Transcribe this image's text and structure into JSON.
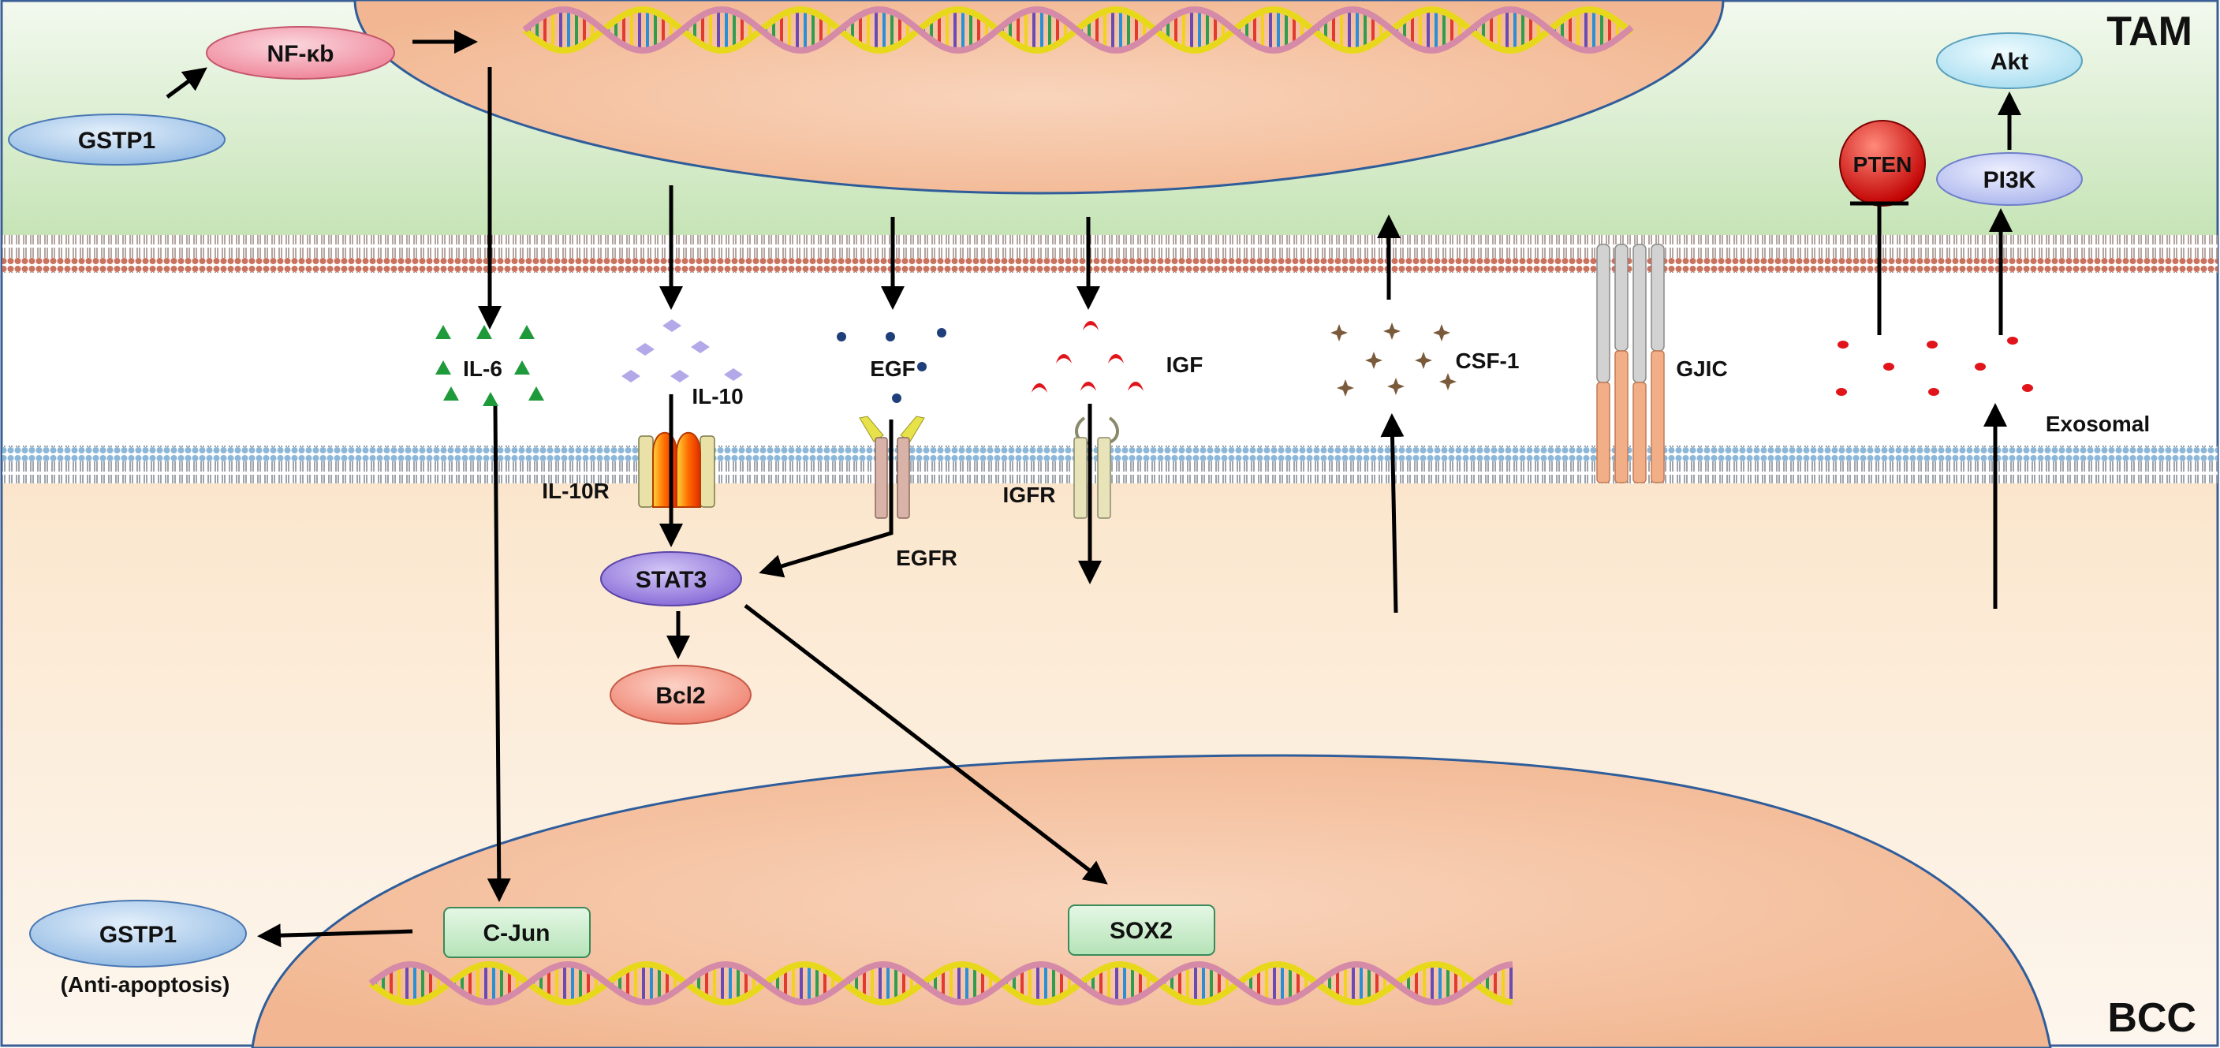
{
  "cells": {
    "top": "TAM",
    "bottom": "BCC"
  },
  "nodes": {
    "nfkb": "NF-κb",
    "gstp1_top": "GSTP1",
    "akt": "Akt",
    "pten": "PTEN",
    "pi3k": "PI3K",
    "stat3": "STAT3",
    "bcl2": "Bcl2",
    "cjun": "C-Jun",
    "sox2": "SOX2",
    "gstp1_bottom": "GSTP1",
    "anti_apoptosis": "(Anti-apoptosis)"
  },
  "ligands": {
    "il6": "IL-6",
    "il10": "IL-10",
    "egf": "EGF",
    "igf": "IGF",
    "csf1": "CSF-1",
    "gjic": "GJIC",
    "exosomal": "Exosomal"
  },
  "receptors": {
    "il10r": "IL-10R",
    "egfr": "EGFR",
    "igfr": "IGFR"
  },
  "colors": {
    "tam_background": "#cfe8c3",
    "bcc_background": "#fbe9d2",
    "nucleus": "#f6c6a4",
    "membrane_top": "#c97b6b",
    "membrane_bottom": "#8bb6d6",
    "nfkb": "#f29aab",
    "gstp1": "#a9cbed",
    "stat3": "#9b84dc",
    "bcl2": "#f28e7d",
    "pten": "#e6130f",
    "box_green": "#c9eccb"
  }
}
